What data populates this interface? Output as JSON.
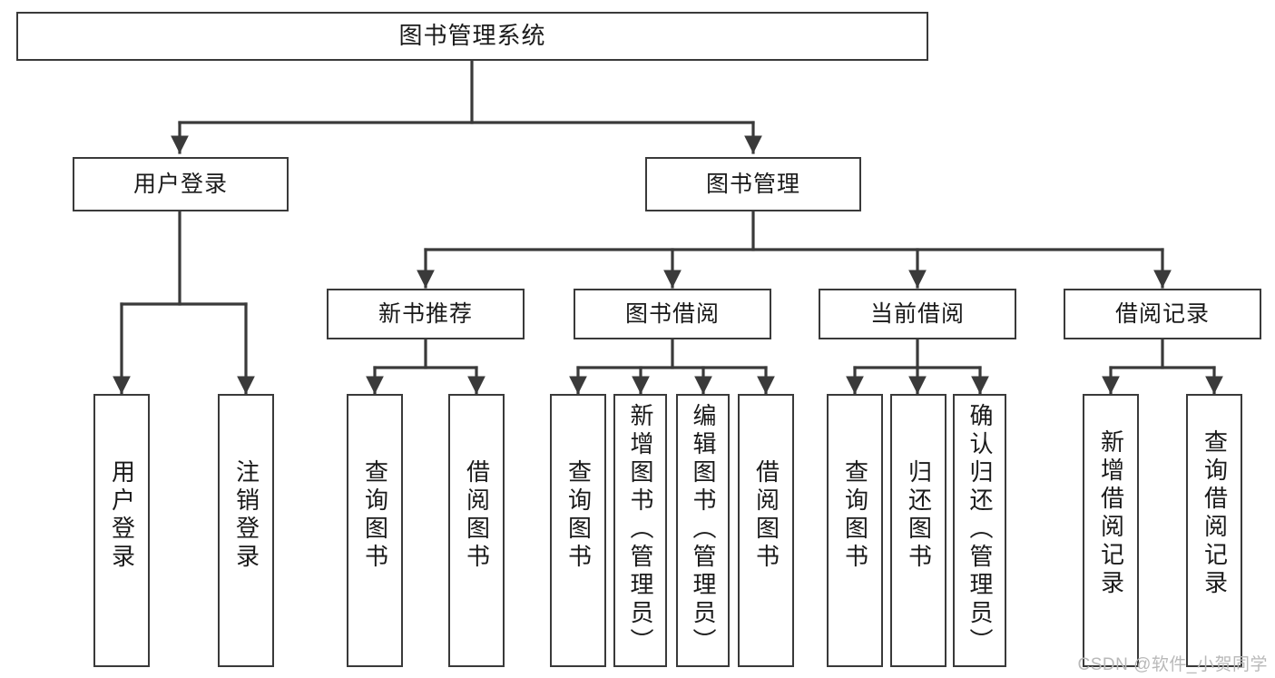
{
  "diagram": {
    "type": "tree-hierarchy-chart",
    "title": "图书管理系统",
    "watermark": "CSDN @软件_小贺同学",
    "colors": {
      "stroke": "#3a3a3a",
      "fill": "#ffffff",
      "text": "#1a1a1a",
      "watermark": "#b9b9b9",
      "background": "#ffffff"
    },
    "levels": 3,
    "root": {
      "id": "root",
      "label": "图书管理系统",
      "orientation": "horizontal"
    },
    "level1": [
      {
        "id": "user-login",
        "label": "用户登录",
        "orientation": "horizontal"
      },
      {
        "id": "book-manage",
        "label": "图书管理",
        "orientation": "horizontal"
      }
    ],
    "level2": [
      {
        "id": "new-book-rec",
        "label": "新书推荐",
        "parent": "book-manage",
        "orientation": "horizontal"
      },
      {
        "id": "book-borrow",
        "label": "图书借阅",
        "parent": "book-manage",
        "orientation": "horizontal"
      },
      {
        "id": "current-borrow",
        "label": "当前借阅",
        "parent": "book-manage",
        "orientation": "horizontal"
      },
      {
        "id": "borrow-record",
        "label": "借阅记录",
        "parent": "book-manage",
        "orientation": "horizontal"
      }
    ],
    "leaves": [
      {
        "id": "leaf-user-login",
        "label": "用户登录",
        "parent": "user-login",
        "orientation": "vertical"
      },
      {
        "id": "leaf-user-logout",
        "label": "注销登录",
        "parent": "user-login",
        "orientation": "vertical"
      },
      {
        "id": "leaf-query-book-1",
        "label": "查询图书",
        "parent": "new-book-rec",
        "orientation": "vertical"
      },
      {
        "id": "leaf-borrow-book-1",
        "label": "借阅图书",
        "parent": "new-book-rec",
        "orientation": "vertical"
      },
      {
        "id": "leaf-query-book-2",
        "label": "查询图书",
        "parent": "book-borrow",
        "orientation": "vertical"
      },
      {
        "id": "leaf-add-book",
        "label": "新增图书（管理员）",
        "parent": "book-borrow",
        "orientation": "vertical"
      },
      {
        "id": "leaf-edit-book",
        "label": "编辑图书（管理员）",
        "parent": "book-borrow",
        "orientation": "vertical"
      },
      {
        "id": "leaf-borrow-book-2",
        "label": "借阅图书",
        "parent": "book-borrow",
        "orientation": "vertical"
      },
      {
        "id": "leaf-query-book-3",
        "label": "查询图书",
        "parent": "current-borrow",
        "orientation": "vertical"
      },
      {
        "id": "leaf-return-book",
        "label": "归还图书",
        "parent": "current-borrow",
        "orientation": "vertical"
      },
      {
        "id": "leaf-confirm-return",
        "label": "确认归还（管理员）",
        "parent": "current-borrow",
        "orientation": "vertical"
      },
      {
        "id": "leaf-add-record",
        "label": "新增借阅记录",
        "parent": "borrow-record",
        "orientation": "vertical"
      },
      {
        "id": "leaf-query-record",
        "label": "查询借阅记录",
        "parent": "borrow-record",
        "orientation": "vertical"
      }
    ]
  }
}
